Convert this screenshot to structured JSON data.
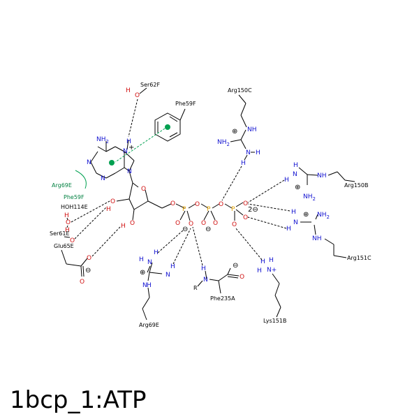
{
  "title": "1bcp_1:ATP",
  "residues": {
    "ser62f": "Ser62F",
    "phe59f_ring": "Phe59F",
    "arg150c": "Arg150C",
    "arg150b": "Arg150B",
    "arg151c": "Arg151C",
    "lys151b": "Lys151B",
    "phe235a": "Phe235A",
    "arg69e_bottom": "Arg69E",
    "arg69e_green": "Arg69E",
    "phe59f_green": "Phe59F",
    "hoh114e": "HOH114E",
    "ser61e": "Ser61E",
    "glu65e": "Glu65E"
  },
  "atoms": {
    "nh2": "NH",
    "nh2_sub": "2",
    "nh": "NH",
    "n": "N",
    "h": "H",
    "o": "O",
    "p": "P",
    "r": "R",
    "n_plus": "N+",
    "two_minus": "2⊖"
  },
  "colors": {
    "nitrogen": "#1010d0",
    "oxygen": "#d01010",
    "phosphorus": "#e0a000",
    "interaction_green": "#00a050"
  },
  "icons": {
    "plus": "circled-plus-icon",
    "minus": "circled-minus-icon",
    "pi_center": "green-dot-icon"
  }
}
